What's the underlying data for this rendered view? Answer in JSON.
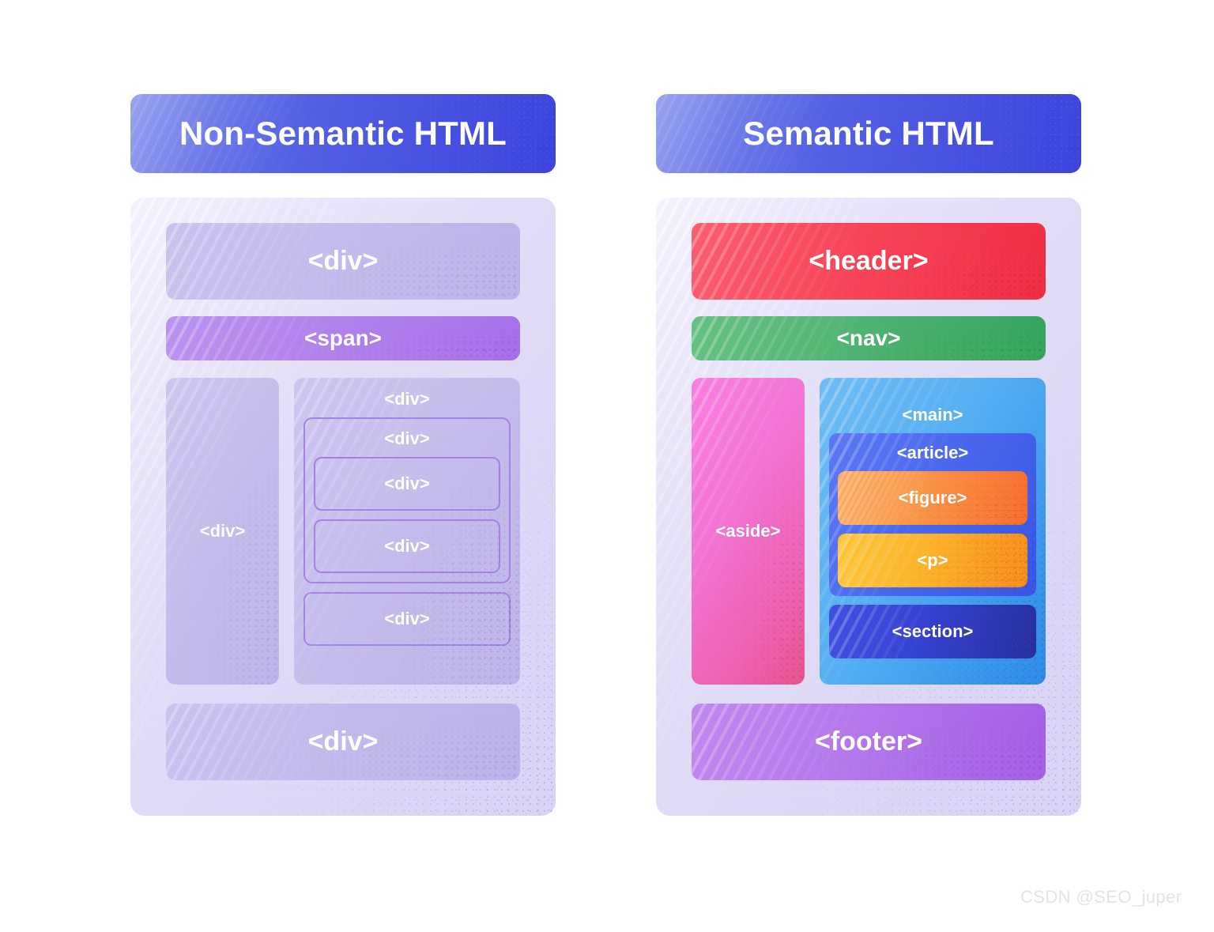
{
  "page": {
    "background_color": "#FFFFFF",
    "watermark": "CSDN @SEO_juper"
  },
  "panels": {
    "left": {
      "title": "Non-Semantic HTML",
      "title_colors": {
        "from": "#6E7CE9",
        "to": "#3B43DC"
      },
      "panel_color": "#E2DEF7",
      "boxes": {
        "top_div": "<div>",
        "span": "<span>",
        "col_left_div": "<div>",
        "col_right_div": "<div>",
        "nested_div_1": "<div>",
        "nested_div_2": "<div>",
        "nested_div_3": "<div>",
        "outer_leaf_div": "<div>",
        "bottom_div": "<div>"
      },
      "colors": {
        "div": "#C4BCEC",
        "span": "#B181EC",
        "nest_border": "#A382E2"
      }
    },
    "right": {
      "title": "Semantic HTML",
      "title_colors": {
        "from": "#6E7CE9",
        "to": "#3B43DC"
      },
      "panel_color": "#E2DEF7",
      "boxes": {
        "header": "<header>",
        "nav": "<nav>",
        "aside": "<aside>",
        "main": "<main>",
        "article": "<article>",
        "figure": "<figure>",
        "p": "<p>",
        "section": "<section>",
        "footer": "<footer>"
      },
      "colors": {
        "header": "#F84458",
        "nav": "#4EB471",
        "aside": "#F375D5",
        "main": "#55AFF2",
        "article": "#4A68EE",
        "figure": "#FA9749",
        "p": "#FCB52B",
        "section": "#3642D2",
        "footer": "#B478EB"
      }
    }
  }
}
